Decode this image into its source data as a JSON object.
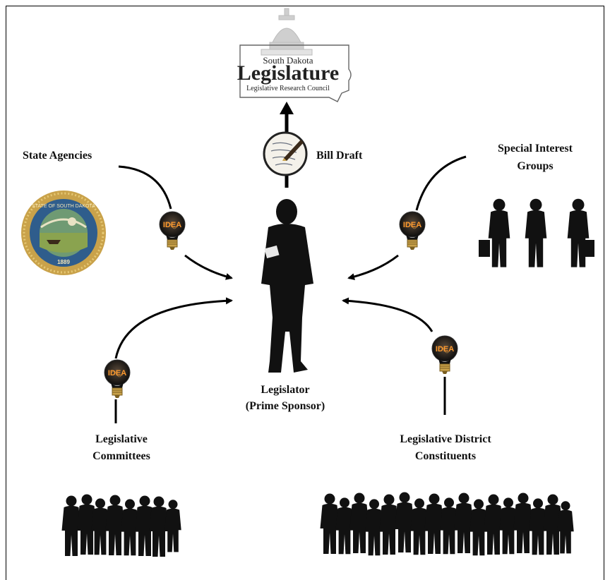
{
  "logo": {
    "line1": "South Dakota",
    "line2": "Legislature",
    "line3": "Legislative Research Council"
  },
  "labels": {
    "bill_draft": "Bill Draft",
    "state_agencies": "State Agencies",
    "special_interest_1": "Special Interest",
    "special_interest_2": "Groups",
    "legislator_1": "Legislator",
    "legislator_2": "(Prime Sponsor)",
    "committees_1": "Legislative",
    "committees_2": "Committees",
    "constituents_1": "Legislative District",
    "constituents_2": "Constituents"
  },
  "seal": {
    "top_text": "STATE OF SOUTH DAKOTA",
    "year": "1889"
  },
  "bulb_text": "IDEA",
  "colors": {
    "silhouette": "#111111",
    "seal_blue": "#2f5d8c",
    "seal_gold": "#c9a24a",
    "bulb_glow": "#ff9a2e"
  }
}
